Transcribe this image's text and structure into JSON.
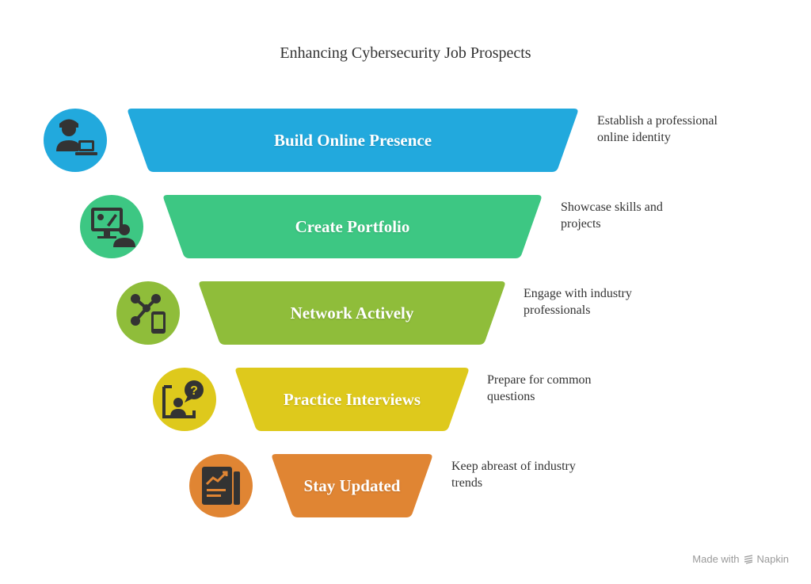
{
  "title": "Enhancing Cybersecurity Job Prospects",
  "stages": [
    {
      "label": "Build Online Presence",
      "description": [
        "Establish a professional",
        "online identity"
      ],
      "color": "#22a9dd",
      "icon": "person-laptop-icon"
    },
    {
      "label": "Create Portfolio",
      "description": [
        "Showcase skills and",
        "projects"
      ],
      "color": "#3dc783",
      "icon": "portfolio-monitor-icon"
    },
    {
      "label": "Network Actively",
      "description": [
        "Engage with industry",
        "professionals"
      ],
      "color": "#8fbd3a",
      "icon": "network-phone-icon"
    },
    {
      "label": "Practice Interviews",
      "description": [
        "Prepare for common",
        "questions"
      ],
      "color": "#dec91c",
      "icon": "interview-question-icon"
    },
    {
      "label": "Stay Updated",
      "description": [
        "Keep abreast of industry",
        "trends"
      ],
      "color": "#e08533",
      "icon": "trend-report-icon"
    }
  ],
  "footer": {
    "prefix": "Made with",
    "brand": "Napkin"
  }
}
